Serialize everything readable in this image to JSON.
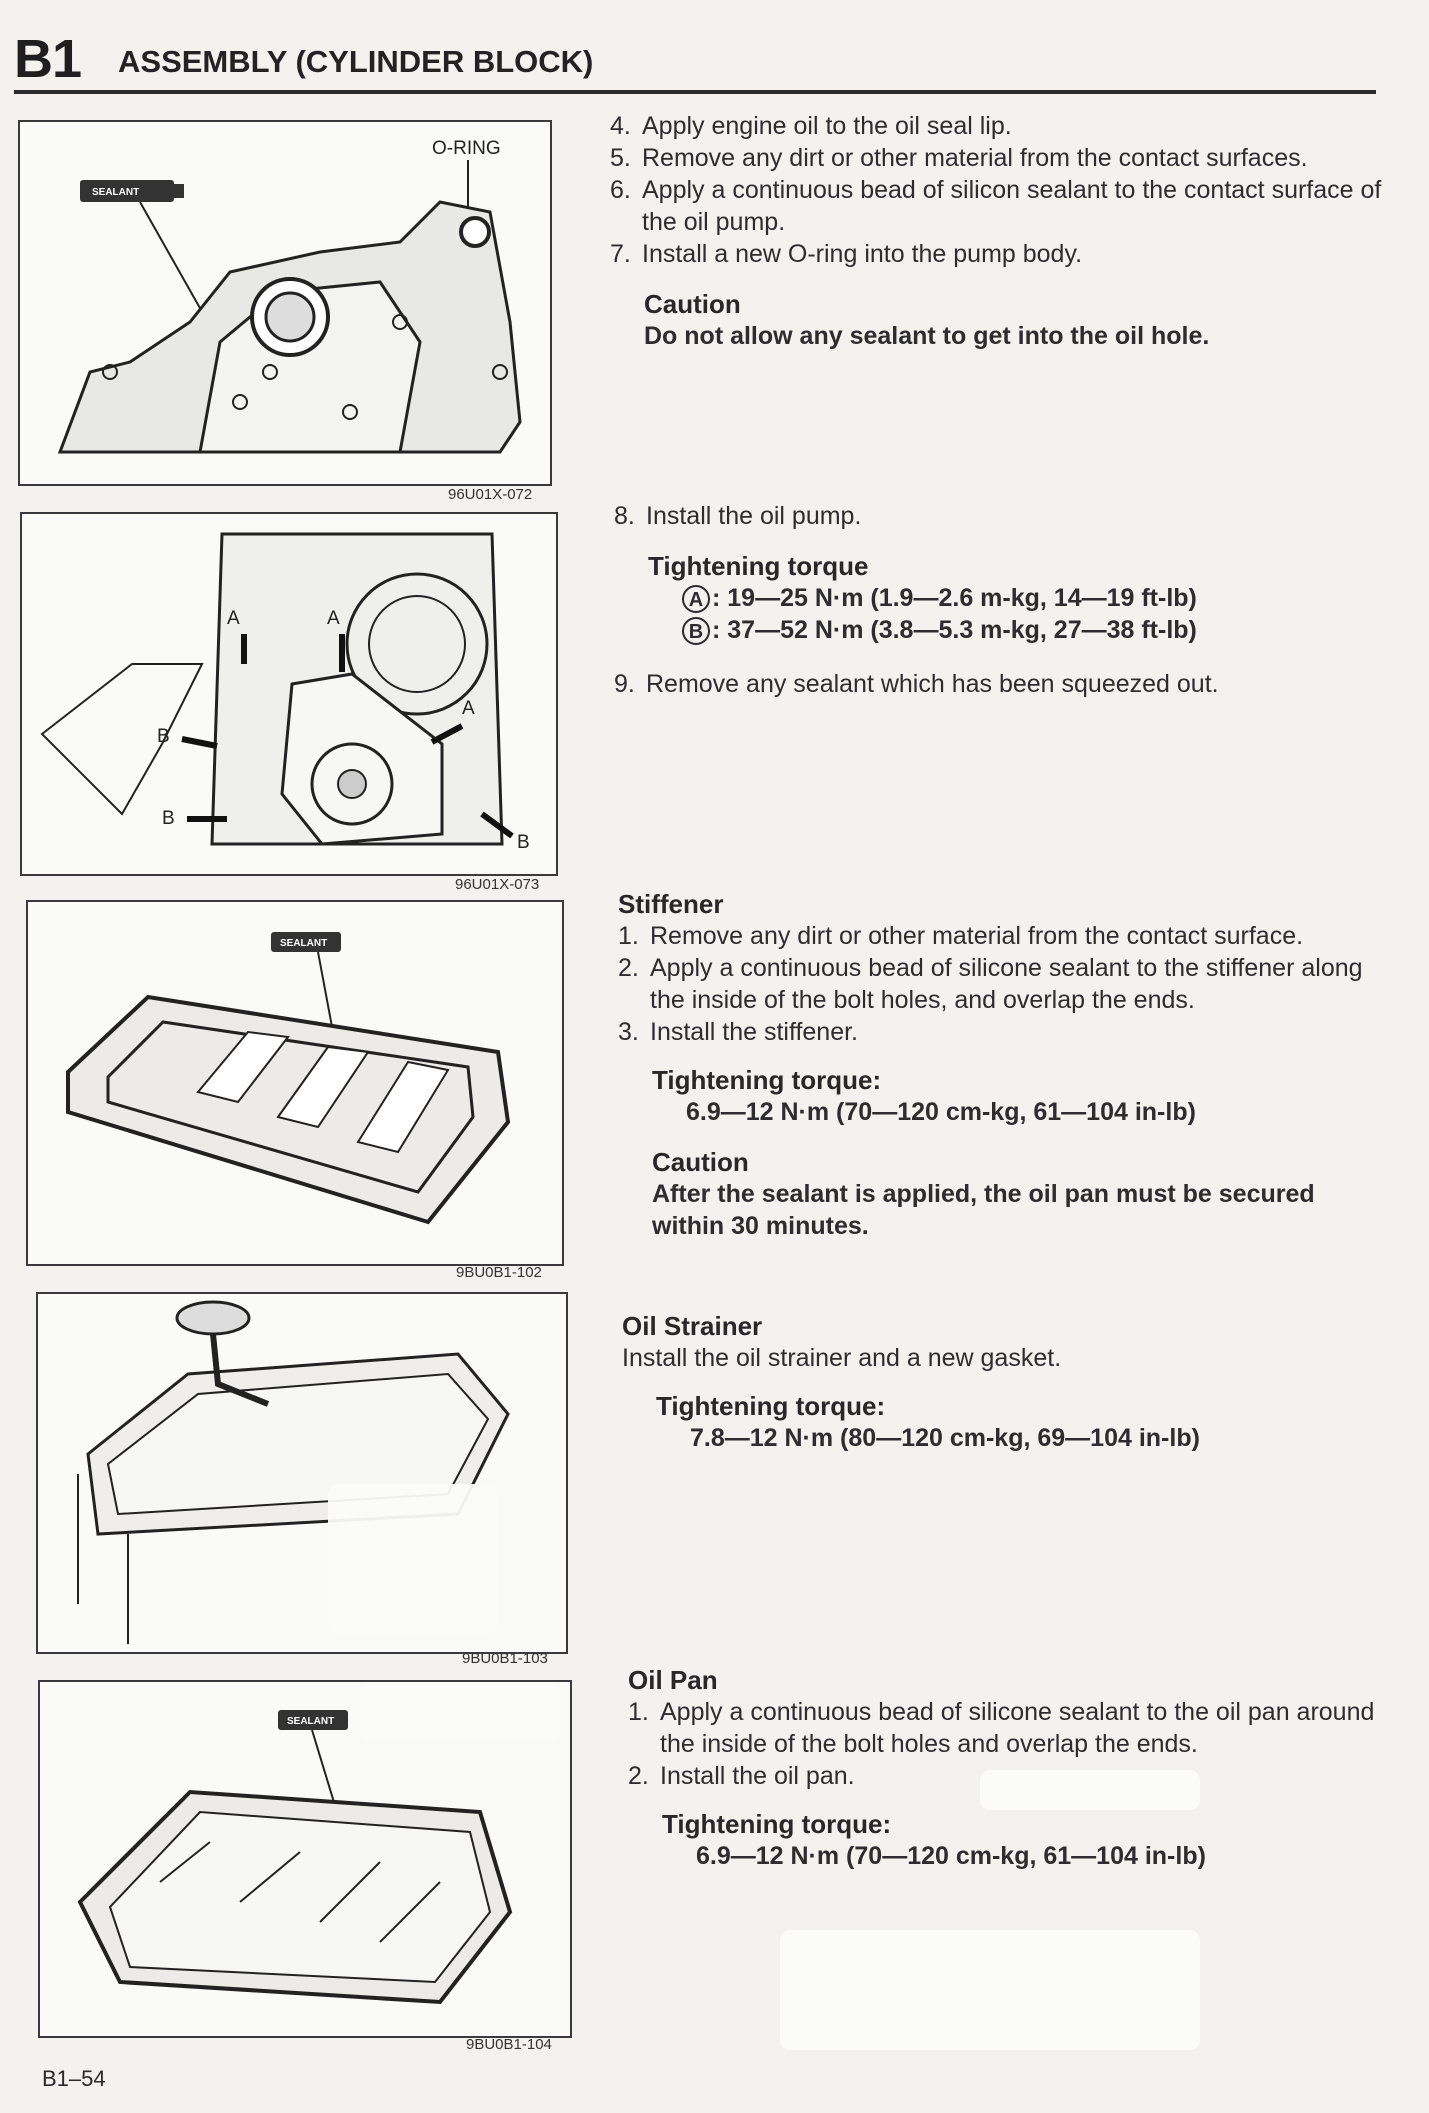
{
  "header": {
    "section": "B1",
    "title": "ASSEMBLY (CYLINDER BLOCK)"
  },
  "figures": [
    {
      "code": "96U01X-072",
      "labels": {
        "sealant": "SEALANT",
        "oring": "O-RING"
      }
    },
    {
      "code": "96U01X-073",
      "labels": {
        "a": "A",
        "b": "B"
      }
    },
    {
      "code": "9BU0B1-102",
      "labels": {
        "sealant": "SEALANT"
      }
    },
    {
      "code": "9BU0B1-103"
    },
    {
      "code": "9BU0B1-104",
      "labels": {
        "sealant": "SEALANT"
      }
    }
  ],
  "block1": {
    "steps": [
      {
        "num": "4.",
        "text": "Apply engine oil to the oil seal lip."
      },
      {
        "num": "5.",
        "text": "Remove any dirt or other material from the contact surfaces."
      },
      {
        "num": "6.",
        "text": "Apply a continuous bead of silicon sealant to the contact surface of the oil pump."
      },
      {
        "num": "7.",
        "text": "Install a new O-ring into the pump body."
      }
    ],
    "caution_title": "Caution",
    "caution_text": "Do not allow any sealant to get into the oil hole."
  },
  "block2": {
    "step8": {
      "num": "8.",
      "text": "Install the oil pump."
    },
    "torque_title": "Tightening torque",
    "torque_a_mark": "A",
    "torque_a": ": 19—25 N·m (1.9—2.6 m-kg, 14—19 ft-lb)",
    "torque_b_mark": "B",
    "torque_b": ": 37—52 N·m (3.8—5.3 m-kg, 27—38 ft-lb)",
    "step9": {
      "num": "9.",
      "text": "Remove any sealant which has been squeezed out."
    }
  },
  "stiffener": {
    "heading": "Stiffener",
    "steps": [
      {
        "num": "1.",
        "text": "Remove any dirt or other material from the contact surface."
      },
      {
        "num": "2.",
        "text": "Apply a continuous bead of silicone sealant to the stiffener along the inside of the bolt holes, and overlap the ends."
      },
      {
        "num": "3.",
        "text": "Install the stiffener."
      }
    ],
    "torque_title": "Tightening torque:",
    "torque_value": "6.9—12 N·m (70—120 cm-kg, 61—104 in-lb)",
    "caution_title": "Caution",
    "caution_text": "After the sealant is applied, the oil pan must be se­cured within 30 minutes."
  },
  "strainer": {
    "heading": "Oil Strainer",
    "text": "Install the oil strainer and a new gasket.",
    "torque_title": "Tightening torque:",
    "torque_value": "7.8—12 N·m (80—120 cm-kg, 69—104 in-lb)"
  },
  "oilpan": {
    "heading": "Oil Pan",
    "steps": [
      {
        "num": "1.",
        "text": "Apply a continuous bead of silicone sealant to the oil pan around the inside of the bolt holes and overlap the ends."
      },
      {
        "num": "2.",
        "text": "Install the oil pan."
      }
    ],
    "torque_title": "Tightening torque:",
    "torque_value": "6.9—12 N·m (70—120 cm-kg, 61—104 in-lb)"
  },
  "footer": {
    "page": "B1–54"
  }
}
